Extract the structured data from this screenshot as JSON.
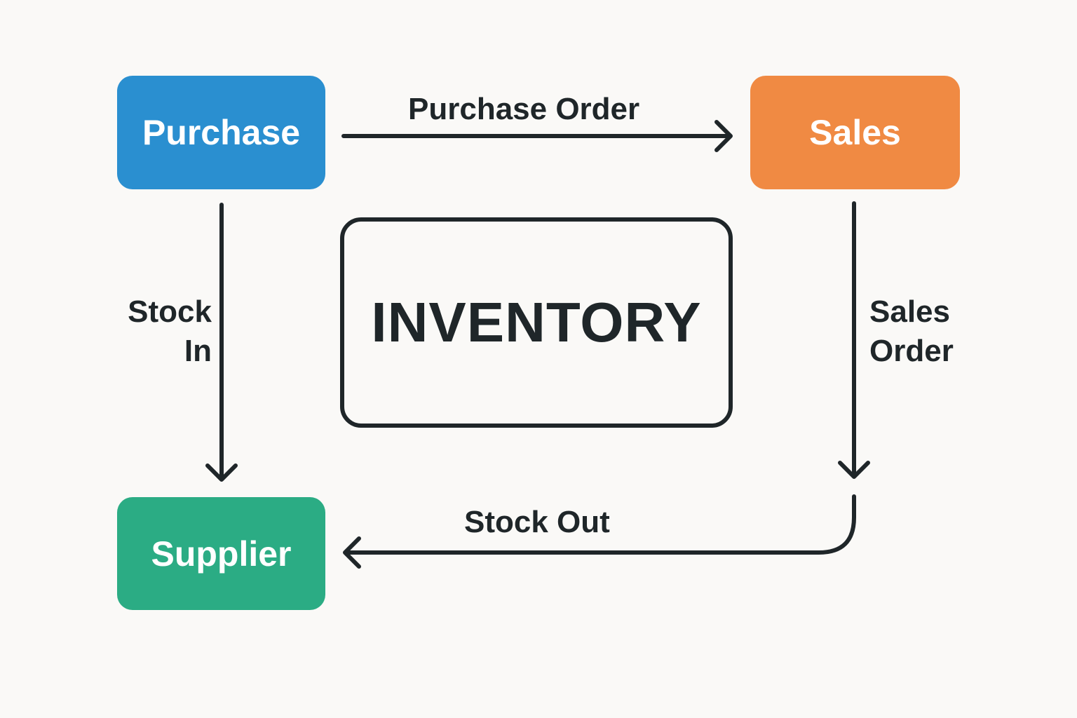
{
  "nodes": {
    "purchase": {
      "label": "Purchase",
      "color": "#2a8fd0"
    },
    "sales": {
      "label": "Sales",
      "color": "#f08a43"
    },
    "supplier": {
      "label": "Supplier",
      "color": "#2bac84"
    },
    "inventory": {
      "label": "INVENTORY"
    }
  },
  "edges": {
    "purchase_order": "Purchase Order",
    "stock_in_1": "Stock",
    "stock_in_2": "In",
    "sales_order_1": "Sales",
    "sales_order_2": "Order",
    "stock_out": "Stock Out"
  },
  "colors": {
    "line": "#1f2629",
    "background": "#faf9f7"
  }
}
